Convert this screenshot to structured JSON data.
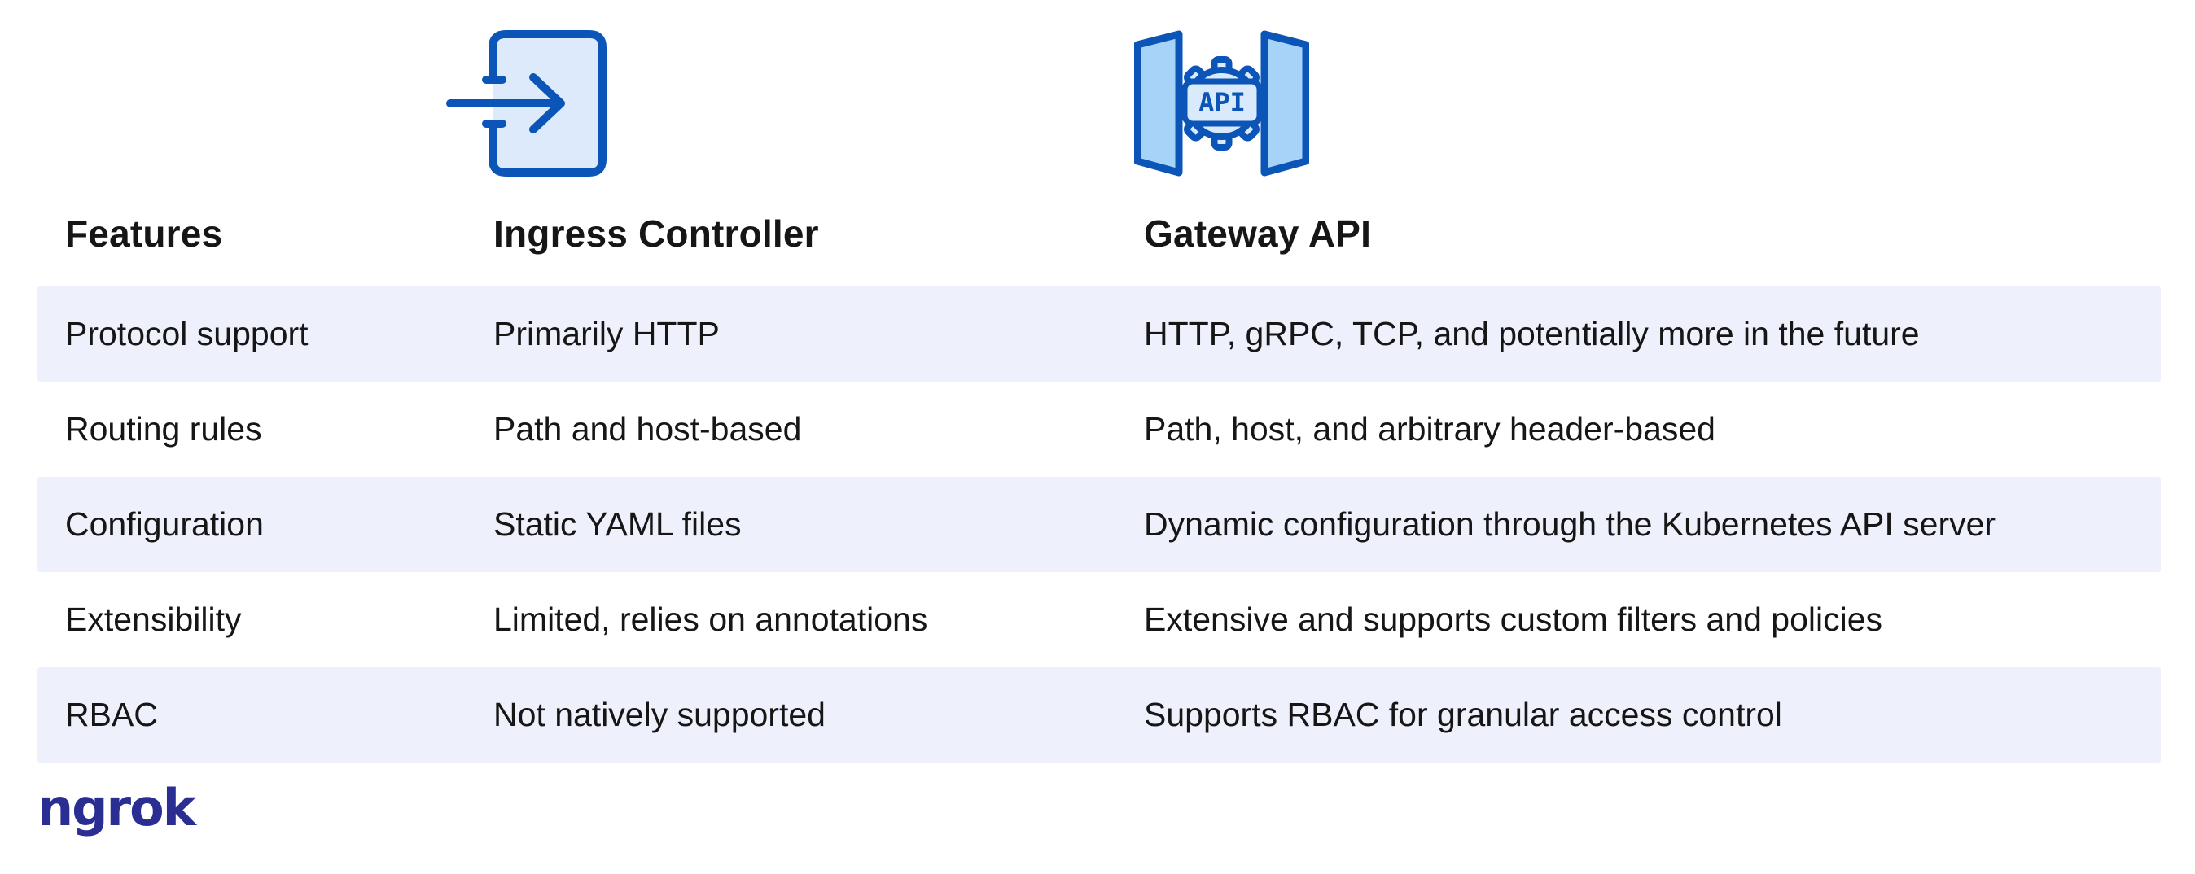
{
  "colors": {
    "icon_stroke_blue": "#0B54B8",
    "icon_fill_light_blue": "#DCEAFB",
    "gateway_panel_blue": "#A6D3F7",
    "row_shade_lavender": "#EEF1FB",
    "text_black": "#161616",
    "ngrok_indigo": "#2A2E92",
    "background": "#FFFFFF"
  },
  "icons": {
    "ingress_icon_name": "ingress-arrow-entering-box",
    "gateway_icon_name": "gateway-gear-between-open-gates",
    "gateway_api_label": "API"
  },
  "chart_data": {
    "type": "table",
    "title": "",
    "columns": [
      "Features",
      "Ingress Controller",
      "Gateway API"
    ],
    "rows": [
      [
        "Protocol support",
        "Primarily HTTP",
        "HTTP, gRPC, TCP, and potentially more in the future"
      ],
      [
        "Routing rules",
        "Path and host-based",
        "Path, host, and arbitrary header-based"
      ],
      [
        "Configuration",
        "Static YAML files",
        "Dynamic configuration through the Kubernetes API server"
      ],
      [
        "Extensibility",
        "Limited, relies on annotations",
        "Extensive and supports custom filters and policies"
      ],
      [
        "RBAC",
        "Not natively supported",
        "Supports RBAC for granular access control"
      ]
    ],
    "layout_hints": {
      "shaded_row_indexes": [
        0,
        2,
        4
      ],
      "grid": "off",
      "header_style": "bold, no background"
    }
  },
  "footer": {
    "logo_text": "ngrok"
  }
}
